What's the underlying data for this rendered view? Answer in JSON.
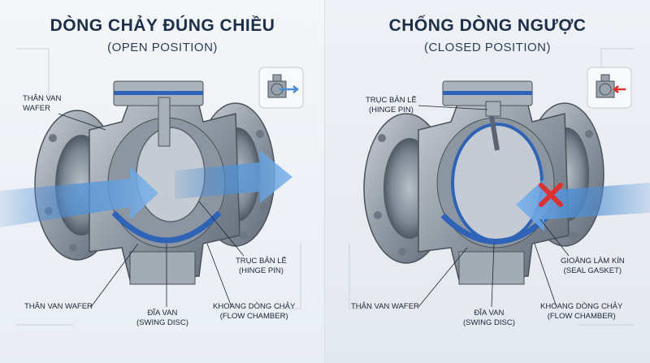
{
  "left": {
    "title": "DÒNG CHẢY ĐÚNG CHIỀU",
    "subtitle": "(OPEN POSITION)",
    "labels": {
      "body_top": [
        "THÂN VAN",
        "WAFER"
      ],
      "hinge": [
        "TRỤC BẢN LỀ",
        "(HINGE PIN)"
      ],
      "body_bottom": "THÂN VAN WAFER",
      "disc": [
        "ĐĨA VAN",
        "(SWING DISC)"
      ],
      "chamber": [
        "KHOANG DÒNG CHẢY",
        "(FLOW CHAMBER)"
      ]
    },
    "icon": "valve-open-icon"
  },
  "right": {
    "title": "CHỐNG DÒNG NGƯỢC",
    "subtitle": "(CLOSED POSITION)",
    "labels": {
      "hinge": [
        "TRỤC BẢN LỀ",
        "(HINGE PIN)"
      ],
      "gasket": [
        "GIOĂNG LÀM KÍN",
        "(SEAL GASKET)"
      ],
      "body_bottom": "THÂN VAN WAFER",
      "disc": [
        "ĐĨA VAN",
        "(SWING DISC)"
      ],
      "chamber": [
        "KHOANG DÒNG CHẢY",
        "(FLOW CHAMBER)"
      ]
    },
    "icon": "valve-closed-icon"
  },
  "colors": {
    "flow": "#4d8fd6",
    "metal": "#9aa3ad",
    "seal": "#2f63b8",
    "block": "#e03030",
    "title": "#1d2f4a"
  }
}
